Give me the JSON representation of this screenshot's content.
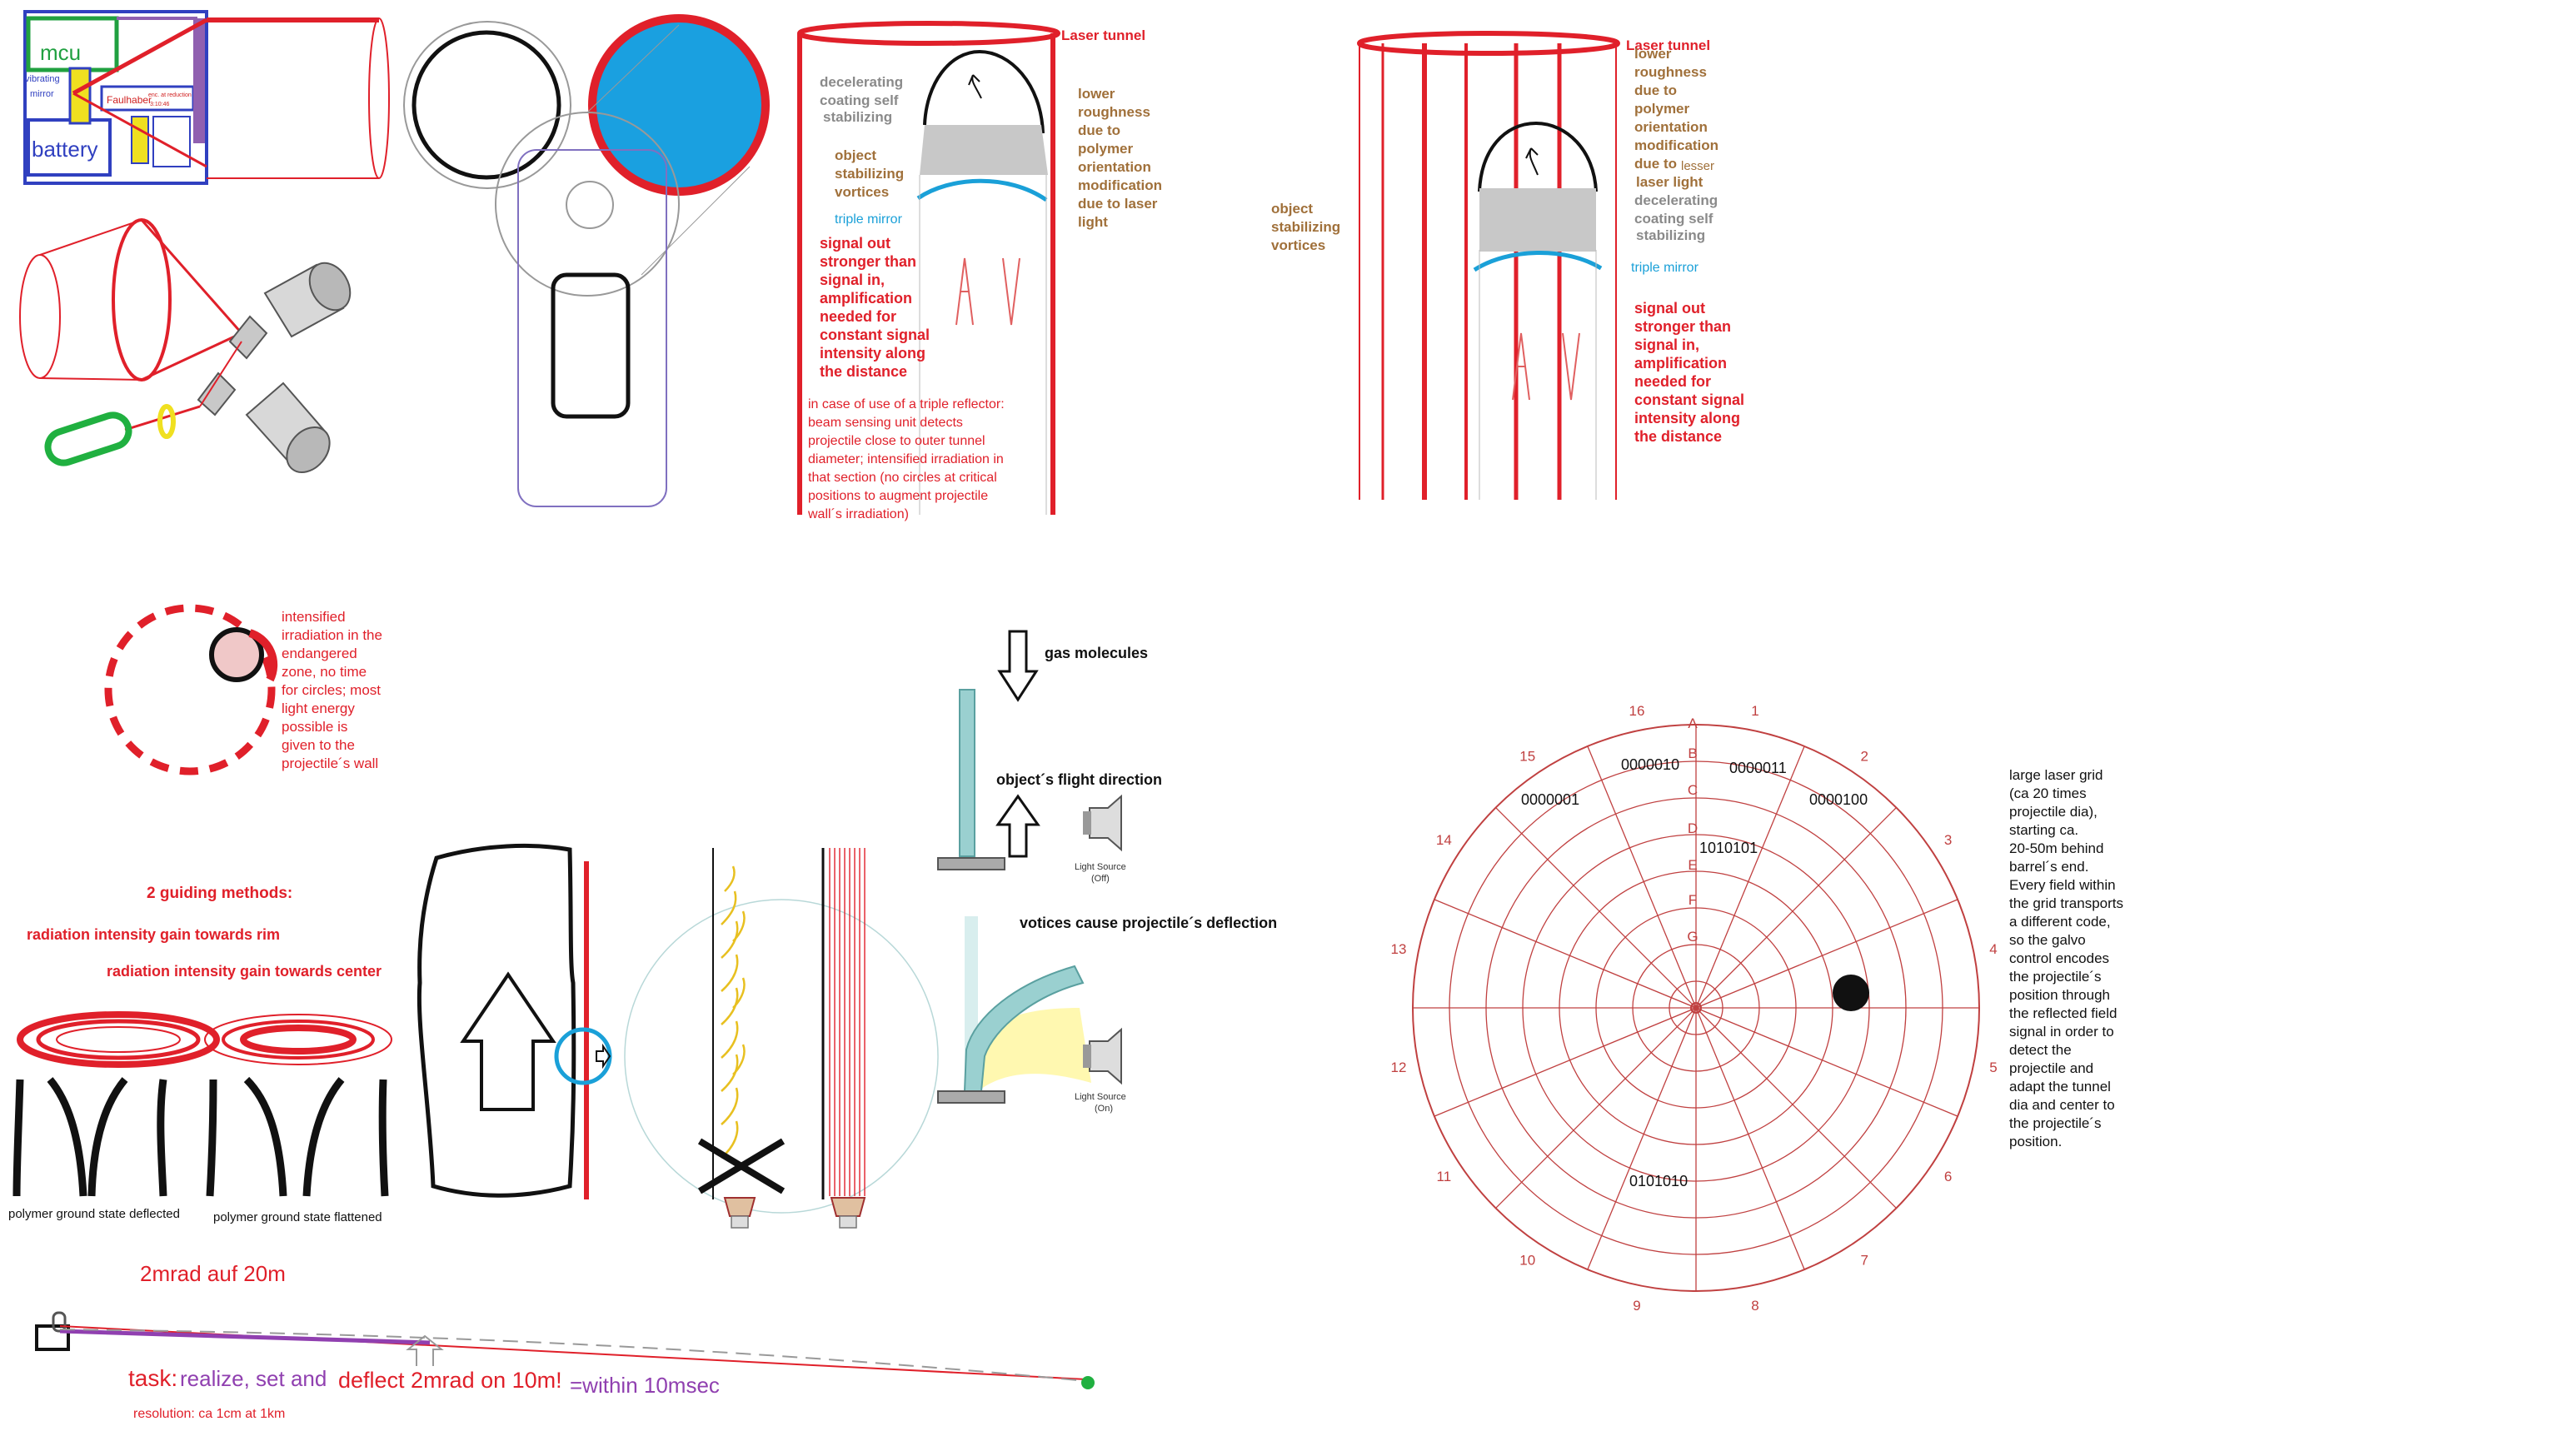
{
  "device": {
    "mcu": "mcu",
    "vibrating_mirror": [
      "vibrating",
      "mirror"
    ],
    "faulhaber": "Faulhaber",
    "motor_small": [
      "enc. at reduction",
      "3:10:46"
    ],
    "battery": "battery"
  },
  "tunnel1": {
    "title": "Laser tunnel",
    "left_grey": [
      "decelerating",
      "coating self",
      "stabilizing"
    ],
    "left_brown": [
      "object",
      "stabilizing",
      "vortices"
    ],
    "right_brown": [
      "lower",
      "roughness",
      "due to",
      "polymer",
      "orientation",
      "modification",
      "due to laser",
      "light"
    ],
    "mirror": "triple mirror",
    "signal": [
      "signal out",
      "stronger than",
      "signal in,",
      "amplification",
      "needed for",
      "constant signal",
      "intensity along",
      "the distance"
    ],
    "reflector": [
      "in case of use of a triple reflector:",
      "beam sensing unit detects",
      "projectile close to outer tunnel",
      "diameter; intensified irradiation in",
      "that section (no circles at critical",
      "positions to augment projectile",
      "wall´s irradiation)"
    ]
  },
  "tunnel2": {
    "title": "Laser tunnel",
    "right_brown_a": [
      "lower",
      "roughness",
      "due to",
      "polymer",
      "orientation",
      "modification"
    ],
    "due_to": "due to",
    "lesser": "lesser",
    "laser_light": "laser light",
    "right_grey": [
      "decelerating",
      "coating self",
      "stabilizing"
    ],
    "left_brown": [
      "object",
      "stabilizing",
      "vortices"
    ],
    "mirror": "triple mirror",
    "signal": [
      "signal out",
      "stronger than",
      "signal in,",
      "amplification",
      "needed for",
      "constant signal",
      "intensity along",
      "the distance"
    ]
  },
  "circle_note": [
    "intensified",
    "irradiation in the",
    "endangered",
    "zone, no time",
    "for circles; most",
    "light energy",
    "possible is",
    "given to the",
    "projectile´s wall"
  ],
  "guiding": {
    "title": "2 guiding methods:",
    "rim": "radiation intensity gain towards rim",
    "center": "radiation intensity gain towards center",
    "polymer_deflected": "polymer ground state deflected",
    "polymer_flattened": "polymer ground state flattened"
  },
  "gas": {
    "molecules": "gas molecules",
    "flight": "object´s flight direction",
    "light_off": [
      "Light Source",
      "(Off)"
    ],
    "vortices": "votices cause projectile´s deflection",
    "light_on": [
      "Light Source",
      "(On)"
    ]
  },
  "task": {
    "mrad": "2mrad auf 20m",
    "task_word": "task:",
    "realize": "realize, set and",
    "deflect": "deflect 2mrad on 10m!",
    "within": "=within 10msec",
    "resolution": "resolution: ca 1cm at 1km"
  },
  "grid": {
    "sector_numbers": [
      "1",
      "2",
      "3",
      "4",
      "5",
      "6",
      "7",
      "8",
      "9",
      "10",
      "11",
      "12",
      "13",
      "14",
      "15",
      "16"
    ],
    "ring_letters": [
      "A",
      "B",
      "C",
      "D",
      "E",
      "F",
      "G"
    ],
    "codes": [
      "0000010",
      "0000011",
      "0000001",
      "0000100",
      "1010101",
      "0101010"
    ],
    "description": [
      "large laser grid",
      "(ca 20 times",
      "projectile dia),",
      "starting ca.",
      "20-50m behind",
      "barrel´s end.",
      "Every field within",
      "the grid transports",
      "a different code,",
      "so the galvo",
      "control encodes",
      "the projectile´s",
      "position through",
      "the reflected field",
      "signal in order to",
      "detect the",
      "projectile and",
      "adapt the tunnel",
      "dia and center to",
      "the projectile´s",
      "position."
    ]
  },
  "colors": {
    "red": "#e0202a",
    "brown": "#a0703a",
    "grey": "#8a8a8a",
    "blue": "#1aa0d8",
    "purple": "#8040a0",
    "green": "#20b040",
    "grid": "#c04040"
  }
}
